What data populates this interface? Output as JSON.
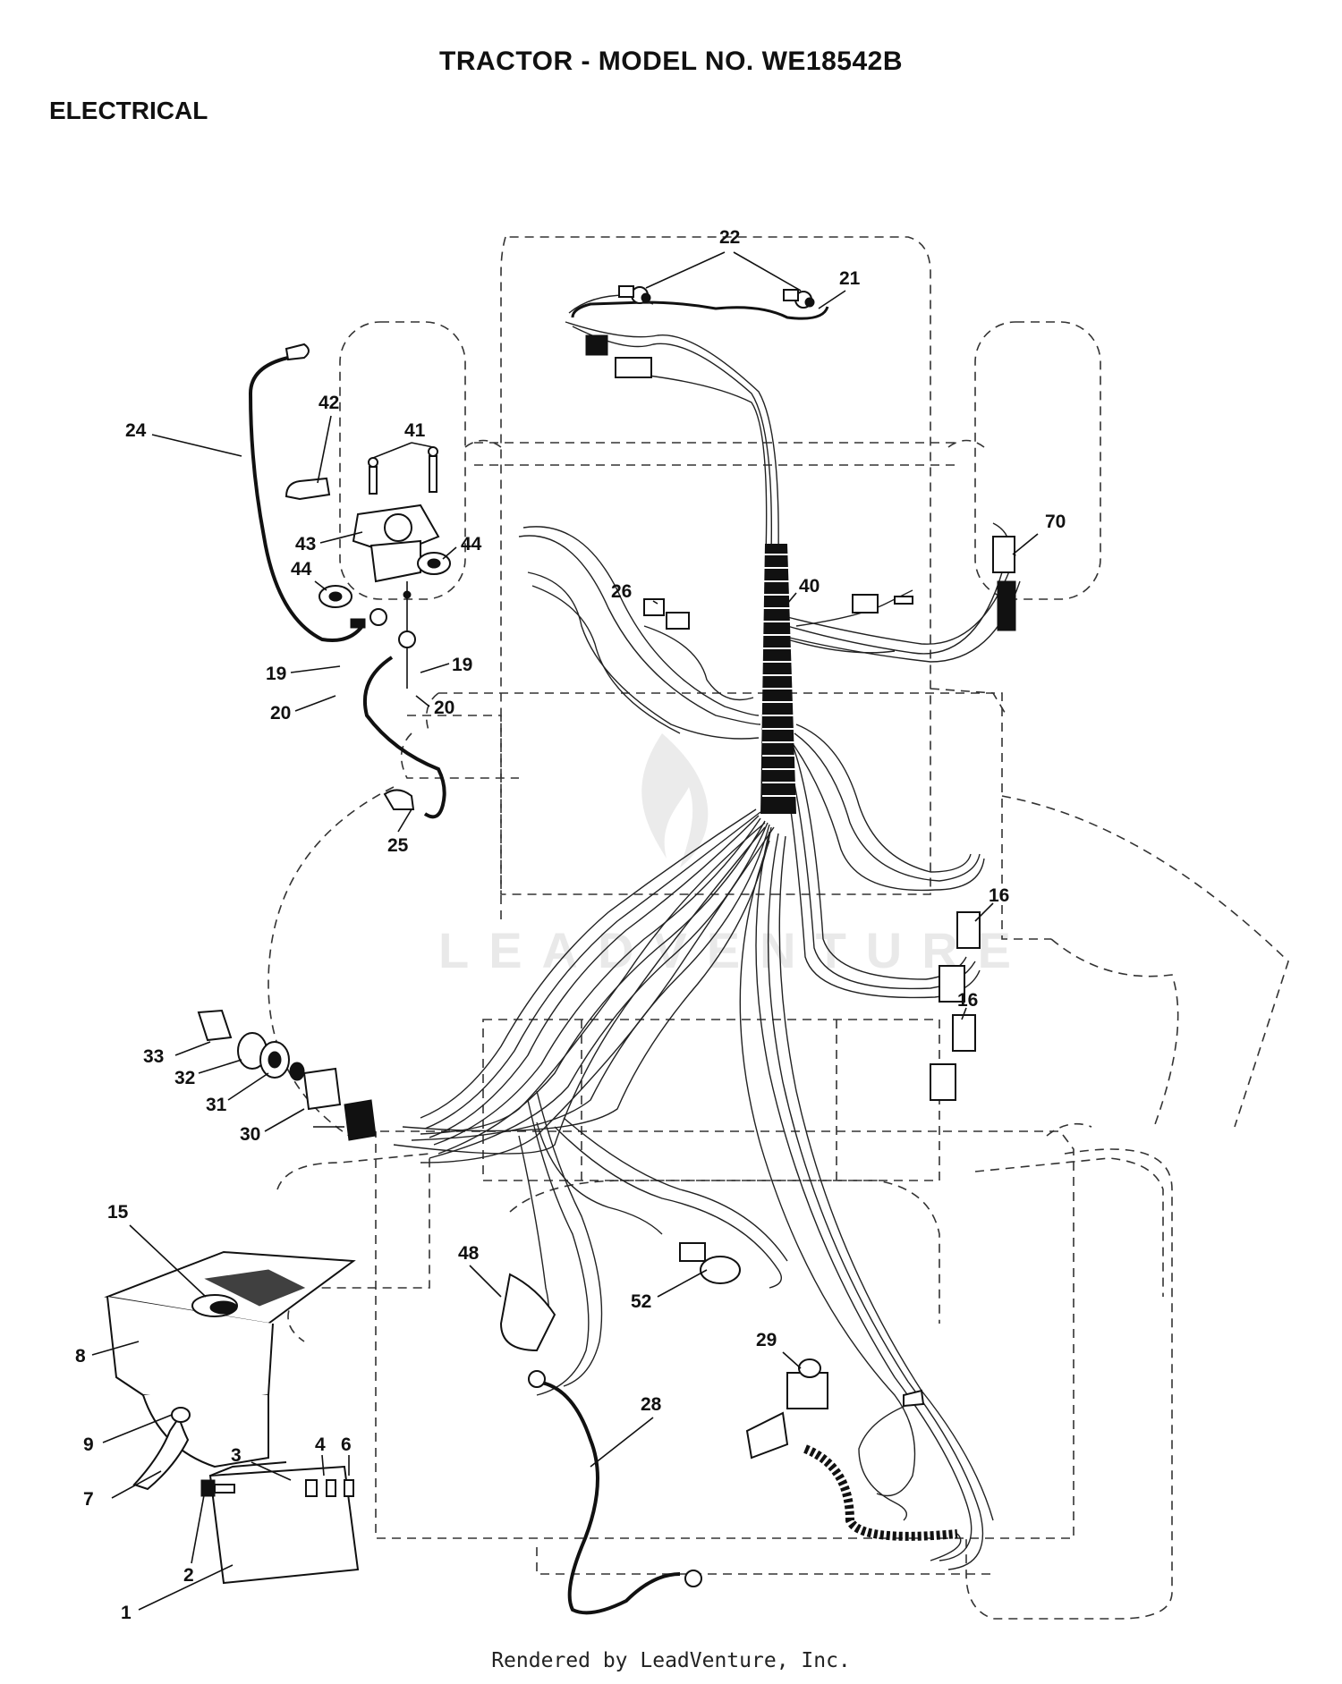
{
  "header": {
    "title": "TRACTOR - MODEL NO. WE18542B",
    "section": "ELECTRICAL"
  },
  "watermark": {
    "text": "LEADVENTURE"
  },
  "footer": {
    "text": "Rendered by LeadVenture, Inc."
  },
  "callouts": [
    {
      "id": "1",
      "label": "1"
    },
    {
      "id": "2",
      "label": "2"
    },
    {
      "id": "3",
      "label": "3"
    },
    {
      "id": "4",
      "label": "4"
    },
    {
      "id": "6",
      "label": "6"
    },
    {
      "id": "7",
      "label": "7"
    },
    {
      "id": "8",
      "label": "8"
    },
    {
      "id": "9",
      "label": "9"
    },
    {
      "id": "15",
      "label": "15"
    },
    {
      "id": "16a",
      "label": "16"
    },
    {
      "id": "16b",
      "label": "16"
    },
    {
      "id": "19a",
      "label": "19"
    },
    {
      "id": "19b",
      "label": "19"
    },
    {
      "id": "20a",
      "label": "20"
    },
    {
      "id": "20b",
      "label": "20"
    },
    {
      "id": "21",
      "label": "21"
    },
    {
      "id": "22",
      "label": "22"
    },
    {
      "id": "24",
      "label": "24"
    },
    {
      "id": "25",
      "label": "25"
    },
    {
      "id": "26",
      "label": "26"
    },
    {
      "id": "28",
      "label": "28"
    },
    {
      "id": "29",
      "label": "29"
    },
    {
      "id": "30",
      "label": "30"
    },
    {
      "id": "31",
      "label": "31"
    },
    {
      "id": "32",
      "label": "32"
    },
    {
      "id": "33",
      "label": "33"
    },
    {
      "id": "40",
      "label": "40"
    },
    {
      "id": "41",
      "label": "41"
    },
    {
      "id": "42",
      "label": "42"
    },
    {
      "id": "43",
      "label": "43"
    },
    {
      "id": "44a",
      "label": "44"
    },
    {
      "id": "44b",
      "label": "44"
    },
    {
      "id": "48",
      "label": "48"
    },
    {
      "id": "52",
      "label": "52"
    },
    {
      "id": "70",
      "label": "70"
    }
  ]
}
